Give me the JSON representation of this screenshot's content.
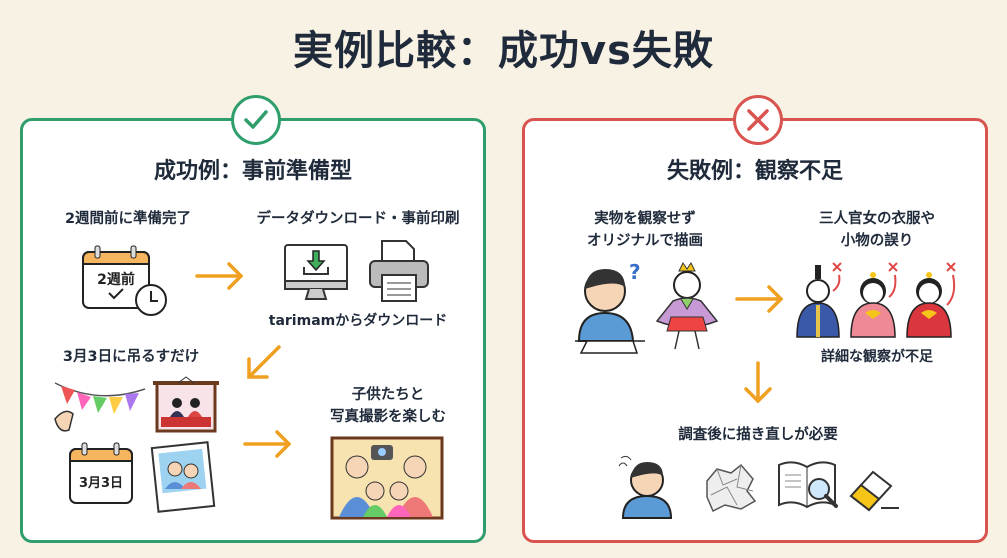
{
  "title": "実例比較：成功vs失敗",
  "colors": {
    "success": "#2f9e6c",
    "failure": "#d9534f",
    "arrow": "#f0a020",
    "background": "#f8f2e4"
  },
  "success": {
    "heading": "成功例：事前準備型",
    "badge_icon": "check-icon",
    "step1": "2週間前に準備完了",
    "calendar_text": "2週前",
    "step2": "データダウンロード・事前印刷",
    "step2_caption": "tarimamからダウンロード",
    "step3": "3月3日に吊るすだけ",
    "calendar2_text": "3月3日",
    "step4_line1": "子供たちと",
    "step4_line2": "写真撮影を楽しむ"
  },
  "failure": {
    "heading": "失敗例：観察不足",
    "badge_icon": "x-icon",
    "step1_line1": "実物を観察せず",
    "step1_line2": "オリジナルで描画",
    "step2_line1": "三人官女の衣服や",
    "step2_line2": "小物の誤り",
    "step2_caption": "詳細な観察が不足",
    "step3": "調査後に描き直しが必要"
  }
}
